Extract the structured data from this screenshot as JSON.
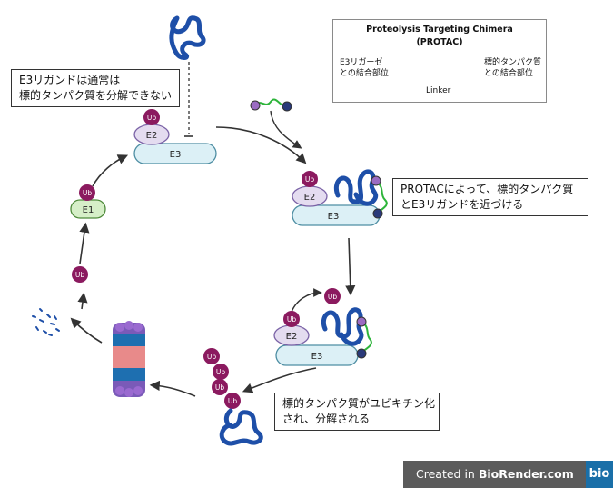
{
  "legend": {
    "title_line1": "Proteolysis Targeting Chimera",
    "title_line2": "(PROTAC)",
    "left_label_line1": "E3リガーゼ",
    "left_label_line2": "との結合部位",
    "right_label_line1": "標的タンパク質",
    "right_label_line2": "との結合部位",
    "linker_label": "Linker"
  },
  "notes": {
    "e3_note_line1": "E3リガンドは通常は",
    "e3_note_line2": "標的タンパク質を分解できない",
    "protac_note_line1": "PROTACによって、標的タンパク質",
    "protac_note_line2": "とE3リガンドを近づける",
    "degrade_note_line1": "標的タンパク質がユビキチン化",
    "degrade_note_line2": "され、分解される"
  },
  "labels": {
    "ub": "Ub",
    "e1": "E1",
    "e2": "E2",
    "e3": "E3"
  },
  "colors": {
    "ub": "#8b1a5f",
    "e1_fill": "#d6efc8",
    "e1_stroke": "#4e8a3a",
    "e2_fill": "#e4dcf0",
    "e2_stroke": "#7a62a6",
    "e3_fill": "#dcf0f6",
    "e3_stroke": "#4e8ea3",
    "protein": "#1e4fa8",
    "linker": "#2db43a",
    "arrow": "#333333",
    "brand": "#1a6fa8"
  },
  "banner": {
    "created_in": "Created in ",
    "brand": "BioRender.com",
    "logo": "bio"
  }
}
